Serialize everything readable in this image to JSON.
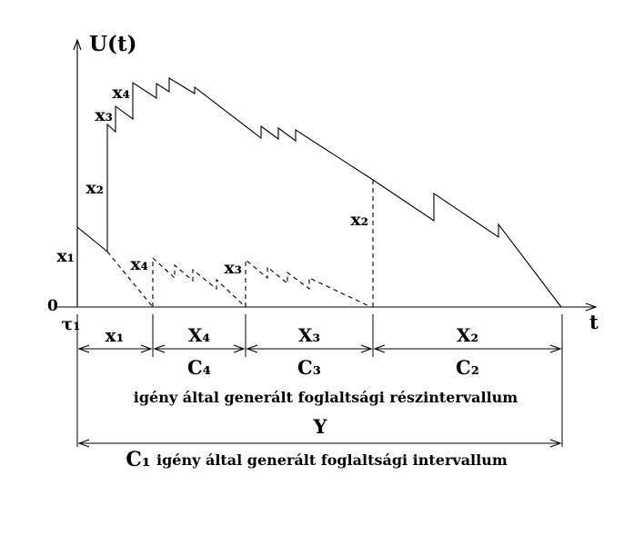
{
  "colors": {
    "line": "#000000",
    "background": "#ffffff"
  },
  "axes": {
    "y_label": "U(t)",
    "x_label": "t",
    "origin_label": "0",
    "tau_label": "τ₁"
  },
  "jumps": {
    "x1": "x₁",
    "x2": "x₂",
    "x3": "x₃",
    "x4": "x₄",
    "x4_dashed": "x₄",
    "x3_dashed": "x₃",
    "x2_dashed": "x₂"
  },
  "intervals": {
    "seg1": "x₁",
    "seg2": "X₄",
    "seg3": "X₃",
    "seg4": "X₂"
  },
  "cycles": {
    "c4": "C₄",
    "c3": "C₃",
    "c2": "C₂",
    "c1": "C₁"
  },
  "captions": {
    "sub_interval": "igény által generált foglaltsági részintervallum",
    "y_span": "Y",
    "main_interval": "igény által generált foglaltsági intervallum"
  }
}
